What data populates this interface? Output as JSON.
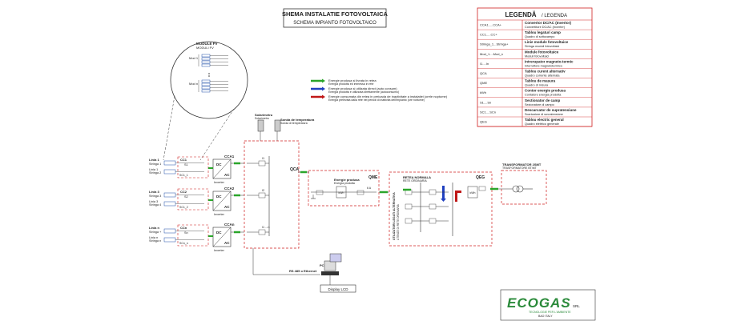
{
  "title": {
    "main": "SHEMA INSTALATIE FOTOVOLTAICA",
    "sub": "SCHEMA IMPIANTO FOTOVOLTAICO"
  },
  "legend": {
    "title": "LEGENDĂ",
    "title_sub": "LEGENDA",
    "items": [
      {
        "code": "CCA1.....CCA+",
        "ro": "Convertor DC/AC (Invertor)",
        "it": "Convertitore DC/AC (Inverter)"
      },
      {
        "code": "CC1.....CC+",
        "ro": "Tablou legaturi camp",
        "it": "Quadro di sottocampo"
      },
      {
        "code": "Stringa_1...Stringa+",
        "ro": "Linie module fotovoltaice",
        "it": "Stringa moduli fotovoltaici"
      },
      {
        "code": "Mod_1....Mod_n",
        "ro": "Module fotovoltaice",
        "it": "Moduli fotovoltaici"
      },
      {
        "code": "I1....In",
        "ro": "Intrerupator magneto-termic",
        "it": "Interruttore magnetotermico"
      },
      {
        "code": "QCA",
        "ro": "Tablou curent alternativ",
        "it": "Quadro corrente alternata"
      },
      {
        "code": "QME",
        "ro": "Tablou de masura",
        "it": "Quadro di misura"
      },
      {
        "code": "kWh",
        "ro": "Contor energie produsa",
        "it": "Contatore energia prodotta"
      },
      {
        "code": "S1....Sn",
        "ro": "Sectionator de camp",
        "it": "Sezionatore di campo"
      },
      {
        "code": "SC1....SCn",
        "ro": "Descarcator de supratensiune",
        "it": "Scaricatore di sovratensione"
      },
      {
        "code": "QEG",
        "ro": "Tablou electric general",
        "it": "Quadro elettrico generale"
      }
    ]
  },
  "energy_legend": [
    {
      "ro": "Energie produsa si livrata in retea",
      "it": "Energia prodotta ed immessa in rete",
      "color": "#2aa52a"
    },
    {
      "ro": "Energie produsa si utilizata direct (auto consum)",
      "it": "Energia prodotta e utilizzata direttamente (autoconsumo)",
      "color": "#2040c0"
    },
    {
      "ro": "Energie consumata din retea in perioada de inactivitate a instalatiei (orele noptume)",
      "it": "Energia prelevata dalla rete nei periodi di inattività dell'impianto (ore notturne)",
      "color": "#c01818"
    }
  ],
  "module_detail": {
    "title": "MODULE FV",
    "subtitle": "MODULI FV",
    "mod_top": "Mod 1",
    "mod_bottom": "Mod n"
  },
  "strings": [
    {
      "line": "Linia 1",
      "s_top": "Stringa 1",
      "s_bottom": "Stringa 2",
      "cc": "CC1",
      "s": "S1",
      "sc": "SC1_1",
      "inv": "CCA1"
    },
    {
      "line": "Linia 3",
      "s_top": "Stringa 3",
      "s_bottom": "Stringa 4",
      "cc": "CC2",
      "s": "S2",
      "sc": "SC1_2",
      "inv": "CCA2"
    },
    {
      "line": "Linia n",
      "s_top": "Stringa +",
      "s_bottom": "Stringa n",
      "cc": "CCn",
      "s": "Sn",
      "sc": "SCn_n",
      "inv": "CCAn"
    }
  ],
  "dc_label": "DC",
  "ac_label": "AC",
  "inverter_label": "Inverter",
  "sensors": {
    "sun": "Solarimetru",
    "sun_sub": "Solarimetro",
    "temp": "Sonda de temperatura",
    "temp_sub": "Sonda di temperatura"
  },
  "qca": {
    "label": "QCA",
    "breakers": [
      "I1",
      "I2",
      "I1 ...n"
    ]
  },
  "qme": {
    "label": "QME",
    "title": "Energie produsa",
    "sub": "Energia prodotta",
    "meter": "kWh",
    "current": "6 A"
  },
  "qeg": {
    "label": "QEG",
    "grid": "RETEA NORMALA",
    "grid_sub": "RETE ORDINARIA",
    "meter": "kWh",
    "vertical": "UTILIZATORI LEGATI ALTERNATIVA",
    "vertical_sub": "UTENZE DI RETE ORDINARIA"
  },
  "transformer": {
    "label": "TRANSFORMATOR 2SMT",
    "sub": "TRASFORMATORE BT/MT"
  },
  "comms": {
    "bus": "RS 485 o Ethernet",
    "pc": "PC",
    "display": "Display LCD"
  },
  "logo": {
    "brand": "ECOGAS",
    "srl": "SRL",
    "tagline": "TECNOLOGIE PER L'AMBIENTE",
    "place": "BAO  ITALY"
  },
  "colors": {
    "red": "#d02020",
    "green": "#2aa52a",
    "blue": "#2040c0",
    "logo_green": "#2a8a3a",
    "logo_blue": "#1f4fa8"
  }
}
